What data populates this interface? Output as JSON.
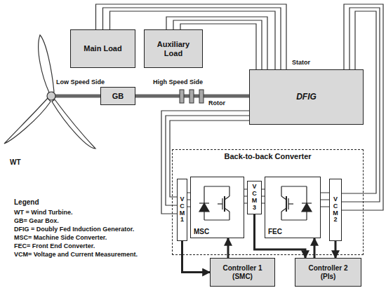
{
  "diagram": {
    "nodes": [
      {
        "text": [
          "Main Load"
        ]
      },
      {
        "text": [
          "Auxiliary Load"
        ]
      },
      {
        "text": [
          "GB"
        ]
      },
      {
        "text": [
          "DFIG"
        ]
      },
      {
        "text": [
          "Back-to-back Converter"
        ]
      },
      {
        "text": [
          "VCM1"
        ],
        "in": 4
      },
      {
        "text": [
          "MSC"
        ],
        "in": 4
      },
      {
        "text": [
          "VCM3"
        ],
        "in": 4
      },
      {
        "text": [
          "FEC"
        ],
        "in": 4
      },
      {
        "text": [
          "VCM2"
        ],
        "in": 4
      },
      {
        "text": [
          "Controller 1 (SMC)"
        ]
      },
      {
        "text": [
          "Controller 2 (PIs)"
        ]
      }
    ],
    "edges": [
      {
        "from": 2,
        "to": 3,
        "arrow": "none"
      },
      {
        "from": 3,
        "to": 0,
        "arrow": "none"
      },
      {
        "from": 3,
        "to": 1,
        "arrow": "none"
      },
      {
        "from": 3,
        "to": 9,
        "arrow": "none"
      },
      {
        "from": 3,
        "to": 5,
        "arrow": "none"
      },
      {
        "from": 5,
        "to": 6,
        "arrow": "none"
      },
      {
        "from": 6,
        "to": 7,
        "arrow": "none"
      },
      {
        "from": 7,
        "to": 8,
        "arrow": "none"
      },
      {
        "from": 8,
        "to": 9,
        "arrow": "none"
      },
      {
        "from": 5,
        "to": 10,
        "arrow": "to"
      },
      {
        "from": 10,
        "to": 6,
        "arrow": "to"
      },
      {
        "from": 7,
        "to": 11,
        "arrow": "to"
      },
      {
        "from": 11,
        "to": 8,
        "arrow": "to"
      },
      {
        "from": 9,
        "to": 11,
        "arrow": "to"
      }
    ],
    "labels": [
      "Low Speed Side",
      "High Speed Side",
      "Rotor",
      "Stator",
      "WT",
      "Legend"
    ],
    "legend": [
      {
        "text": "WT = Wind Turbine."
      },
      {
        "text": "GB= Gear Box."
      },
      {
        "text": "DFIG = Doubly Fed Induction Generator."
      },
      {
        "text": "MSC= Machine Side Converter."
      },
      {
        "text": "FEC= Front End Converter."
      },
      {
        "text": "VCM= Voltage and Current Measurement."
      }
    ]
  }
}
